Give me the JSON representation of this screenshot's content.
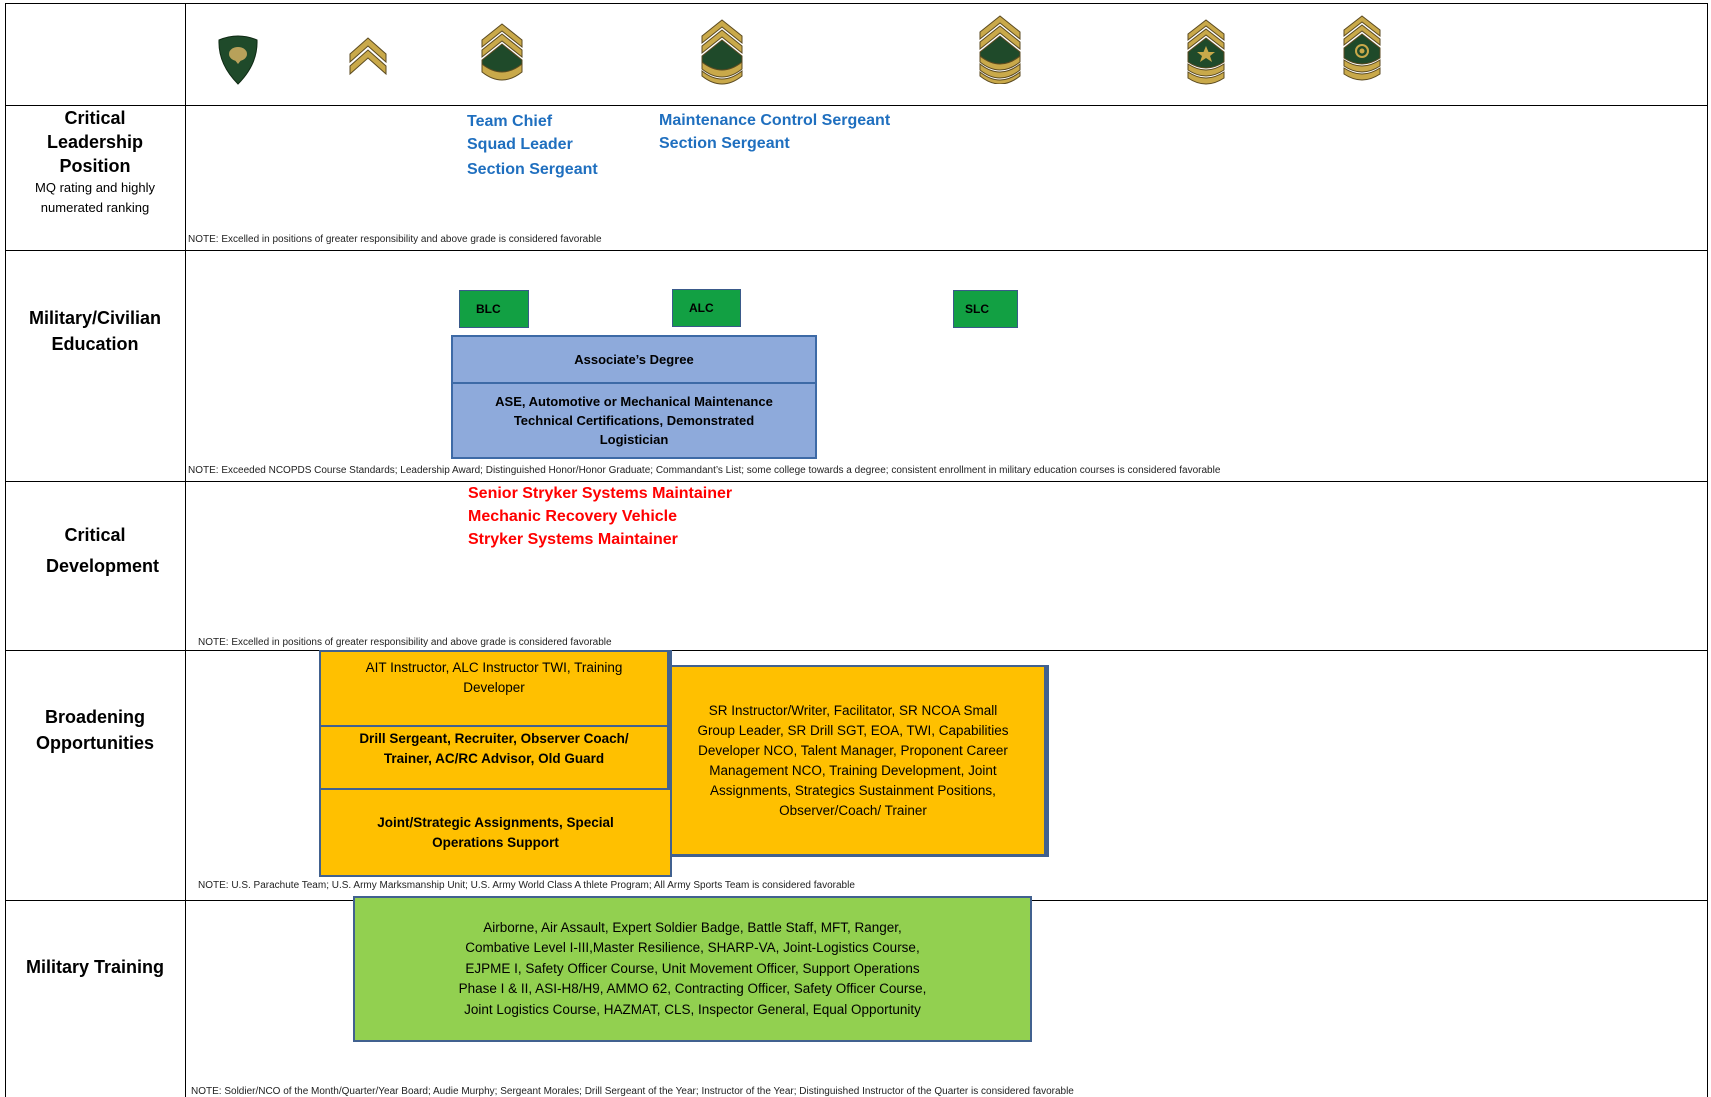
{
  "rows": {
    "leadership": {
      "title": "Critical Leadership Position",
      "subtitle": "MQ rating and highly numerated ranking"
    },
    "education": {
      "title": "Military/Civilian Education"
    },
    "development": {
      "title": "Critical Development"
    },
    "broadening": {
      "title": "Broadening Opportunities"
    },
    "training": {
      "title": "Military Training"
    }
  },
  "insignia": [
    {
      "icon": "specialist-rank-icon"
    },
    {
      "icon": "corporal-sergeant-rank-icon"
    },
    {
      "icon": "staff-sergeant-rank-icon"
    },
    {
      "icon": "sergeant-first-class-rank-icon"
    },
    {
      "icon": "master-sergeant-rank-icon"
    },
    {
      "icon": "sergeant-major-rank-icon"
    },
    {
      "icon": "command-sergeant-major-rank-icon"
    }
  ],
  "leadership": {
    "col1": [
      "Team Chief",
      "Squad Leader",
      "Section Sergeant"
    ],
    "col2": [
      "Maintenance Control Sergeant",
      "Section Sergeant"
    ],
    "note": "NOTE: Excelled in positions of greater responsibility  and above grade is considered favorable"
  },
  "education": {
    "blc": "BLC",
    "alc": "ALC",
    "slc": "SLC",
    "degree": "Associate’s Degree",
    "certs": "ASE, Automotive or Mechanical Maintenance Technical Certifications, Demonstrated Logistician",
    "note": "NOTE:  Exceeded NCOPDS Course Standards; Leadership Award;  Distinguished Honor/Honor Graduate; Commandant’s List;  some college towards a  degree;  consistent enrollment  in  military  education courses is considered favorable"
  },
  "development": {
    "items": [
      "Senior Stryker Systems Maintainer",
      "Mechanic Recovery Vehicle",
      "Stryker Systems Maintainer"
    ],
    "note": "NOTE:  Excelled in positions of greater responsibility  and above grade is considered favorable"
  },
  "broadening": {
    "box1": "AIT Instructor, ALC Instructor TWI,  Training Developer",
    "box2": "Drill Sergeant, Recruiter, Observer Coach/ Trainer, AC/RC Advisor, Old Guard",
    "box3": "Joint/Strategic  Assignments, Special Operations Support",
    "box4": "SR Instructor/Writer,  Facilitator, SR NCOA Small Group Leader, SR  Drill SGT, EOA, TWI, Capabilities Developer NCO, Talent Manager, Proponent Career  Management NCO,  Training Development,  Joint Assignments, Strategics Sustainment Positions, Observer/Coach/  Trainer",
    "note": "NOTE:  U.S. Parachute      Team;  U.S.  Army  Marksmanship Unit;  U.S. Army  World Class A             thlete Program;  All Army  Sports Team is considered favorable"
  },
  "training": {
    "box": "Airborne, Air Assault, Expert Soldier Badge, Battle Staff, MFT, Ranger, Combative Level I-III,Master Resilience,  SHARP-VA,  Joint-Logistics Course,  EJPME I, Safety Officer  Course,  Unit Movement Officer, Support Operations  Phase I & II, ASI-H8/H9,  AMMO 62, Contracting Officer, Safety Officer Course, Joint Logistics Course,  HAZMAT, CLS, Inspector General,  Equal Opportunity",
    "note": "NOTE:  Soldier/NCO of the Month/Quarter/Year  Board;  Audie  Murphy;  Sergeant Morales;  Drill  Sergeant of the  Year;  Instructor of the  Year;  Distinguished Instructor of the Quarter  is considered favorable"
  }
}
